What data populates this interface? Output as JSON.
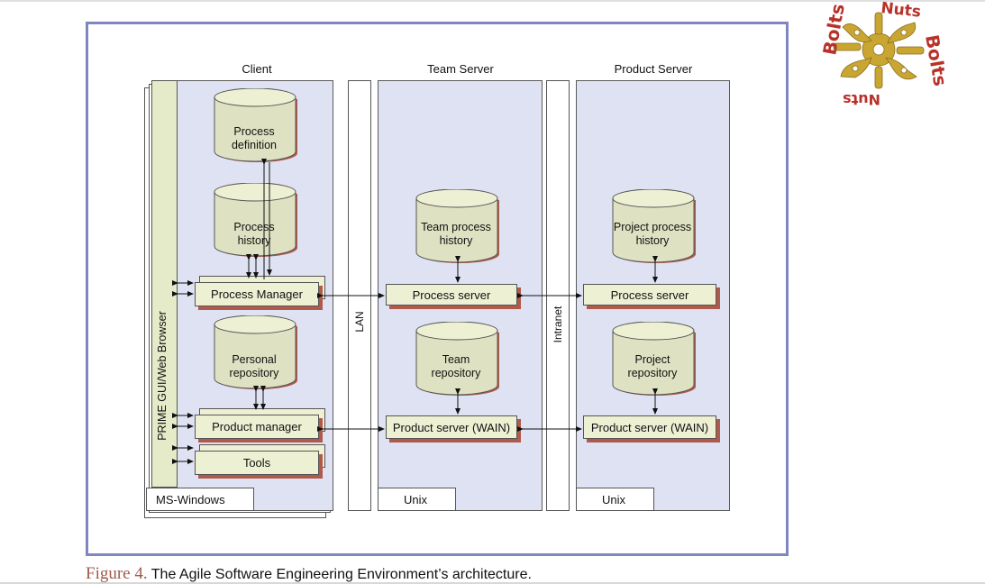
{
  "columns": {
    "client": "Client",
    "team_server": "Team Server",
    "product_server": "Product Server"
  },
  "networks": {
    "lan": "LAN",
    "intranet": "Intranet"
  },
  "client": {
    "gui_label": "PRIME GUI/Web Browser",
    "os": "MS-Windows",
    "process_definition": "Process\ndefinition",
    "process_history": "Process\nhistory",
    "process_manager": "Process Manager",
    "personal_repository": "Personal\nrepository",
    "product_manager": "Product manager",
    "tools": "Tools"
  },
  "team": {
    "process_history": "Team process\nhistory",
    "process_server": "Process server",
    "repository": "Team\nrepository",
    "product_server": "Product server (WAIN)",
    "os": "Unix"
  },
  "product": {
    "process_history": "Project process\nhistory",
    "process_server": "Process server",
    "repository": "Project\nrepository",
    "product_server": "Product server (WAIN)",
    "os": "Unix"
  },
  "logo": {
    "word1": "Bolts",
    "word2": "Nuts",
    "word3": "Bolts",
    "word4": "Nuts"
  },
  "caption": {
    "figure": "Figure 4.",
    "text": "The Agile Software Engineering Environment’s architecture."
  },
  "colors": {
    "frame": "#7f86c0",
    "panel": "#dfe2f3",
    "component": "#eef0d4",
    "shadow": "#b05a4c",
    "logo": "#c9a531",
    "logo_text": "#9a3a2e"
  }
}
